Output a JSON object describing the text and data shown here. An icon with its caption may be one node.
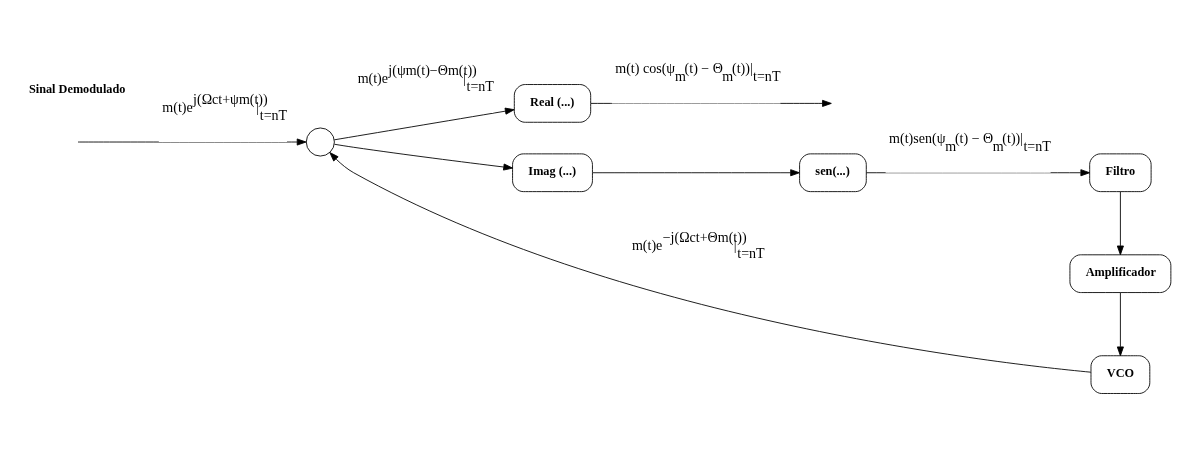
{
  "diagram": {
    "nodes": [
      {
        "text": [],
        "shape": "circle"
      },
      {
        "text": [
          "Real (...)"
        ]
      },
      {
        "text": [
          "Imag (...)"
        ]
      },
      {
        "text": [
          "sen(...)"
        ]
      },
      {
        "text": [
          "Filtro"
        ]
      },
      {
        "text": [
          "Amplificador"
        ]
      },
      {
        "text": [
          "VCO"
        ]
      }
    ],
    "edges": [
      {
        "from": null,
        "to": 0,
        "arrow": "to",
        "label": "m(t)e$^{j(Ωct+ψm(t))}$|$_{t=nT}$"
      },
      {
        "from": 0,
        "to": 1,
        "arrow": "to",
        "label": "m(t)e$^{j(ψm(t)−Θm(t))}$|$_{t=nT}$"
      },
      {
        "from": 0,
        "to": 2,
        "arrow": "to"
      },
      {
        "from": 1,
        "to": null,
        "arrow": "to",
        "label": "m(t) cos(ψ$_{m}$(t) − Θ$_{m}$(t))|$_{t=nT}$"
      },
      {
        "from": 2,
        "to": 3,
        "arrow": "to"
      },
      {
        "from": 3,
        "to": 4,
        "arrow": "to",
        "label": "m(t)sen(ψ$_{m}$(t) − Θ$_{m}$(t))|$_{t=nT}$"
      },
      {
        "from": 4,
        "to": 5,
        "arrow": "to"
      },
      {
        "from": 5,
        "to": 6,
        "arrow": "to"
      },
      {
        "from": 6,
        "to": 0,
        "arrow": "to",
        "label": "m(t)e$^{−j(Ωct+Θm(t))}$|$_{t=nT}$"
      }
    ],
    "labels": [
      "Sinal Demodulado"
    ]
  }
}
